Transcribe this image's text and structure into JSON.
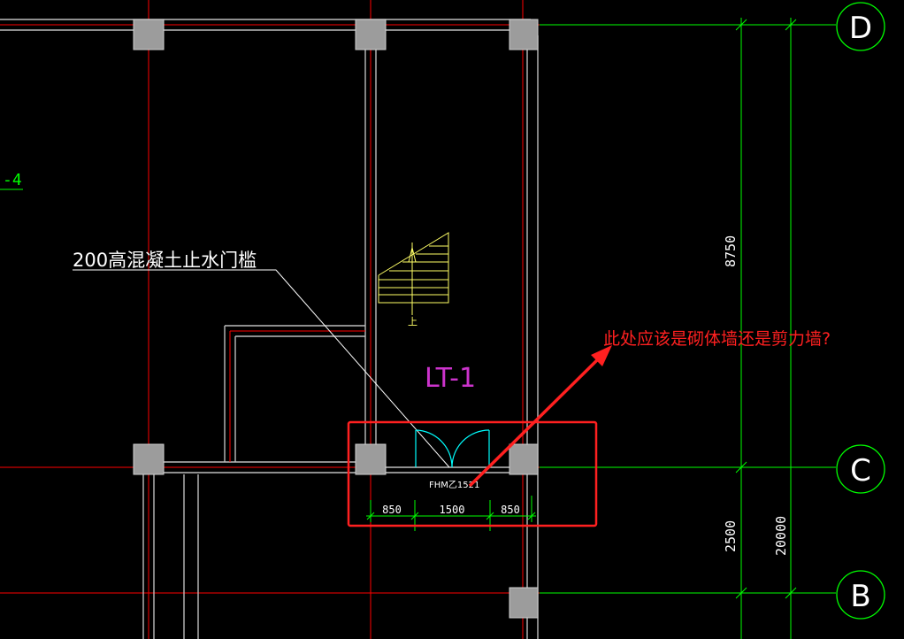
{
  "drawing": {
    "leader_note": "200高混凝土止水门槛",
    "stair_label": "LT-1",
    "stair_direction": "上",
    "door_label": "FHM乙1521",
    "door_dims": [
      "850",
      "1500",
      "850"
    ],
    "left_ref": "-4",
    "dims_vertical": {
      "d_to_c": "8750",
      "c_to_b": "2500",
      "total": "20000"
    },
    "grid_bubbles": [
      "D",
      "C",
      "B"
    ],
    "question": "此处应该是砌体墙还是剪力墙?"
  },
  "colors": {
    "background": "#000000",
    "axis": "#ff0000",
    "wall": "#bdbdbd",
    "column": "#9c9c9c",
    "dimension": "#00ff00",
    "stair": "#ffff66",
    "door": "#00ffff",
    "label": "#cc33cc",
    "annotation": "#ff2020",
    "text": "#ffffff"
  }
}
